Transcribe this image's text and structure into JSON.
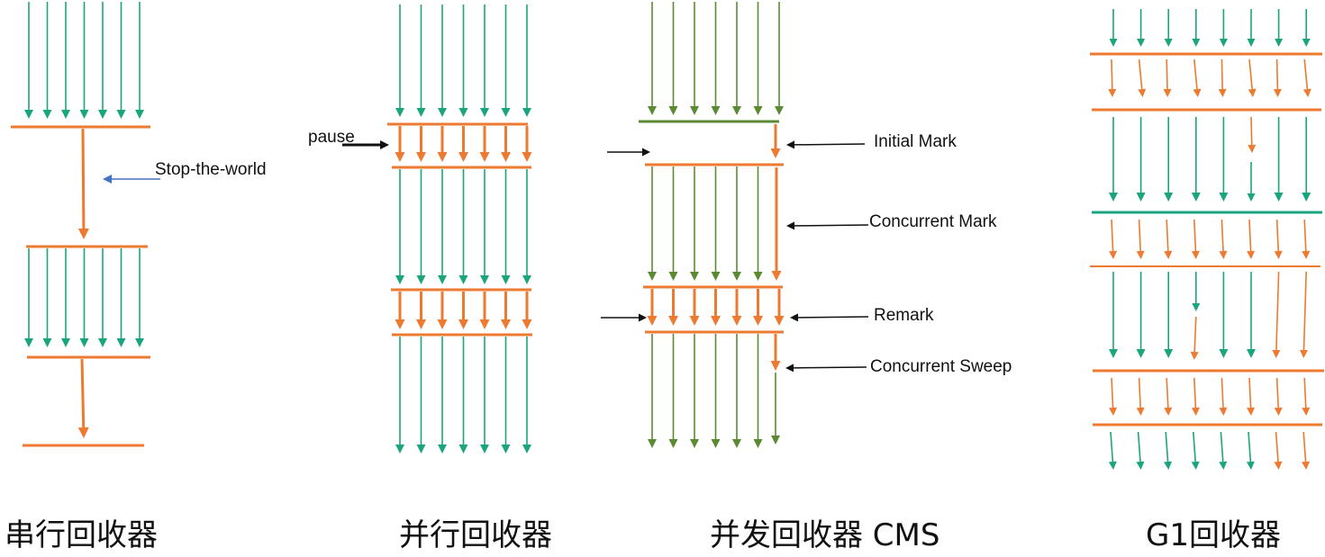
{
  "colors": {
    "teal": "#1aa57e",
    "orange": "#ec7a30",
    "olive": "#5b8a32",
    "blue": "#4472c4",
    "black": "#111111"
  },
  "labels": {
    "stop_the_world": "Stop-the-world",
    "pause": "pause",
    "initial_mark": "Initial Mark",
    "concurrent_mark": "Concurrent Mark",
    "remark": "Remark",
    "concurrent_sweep": "Concurrent Sweep"
  },
  "captions": {
    "serial": "串行回收器",
    "parallel": "并行回收器",
    "cms": "并发回收器 CMS",
    "g1": "G1回收器"
  }
}
